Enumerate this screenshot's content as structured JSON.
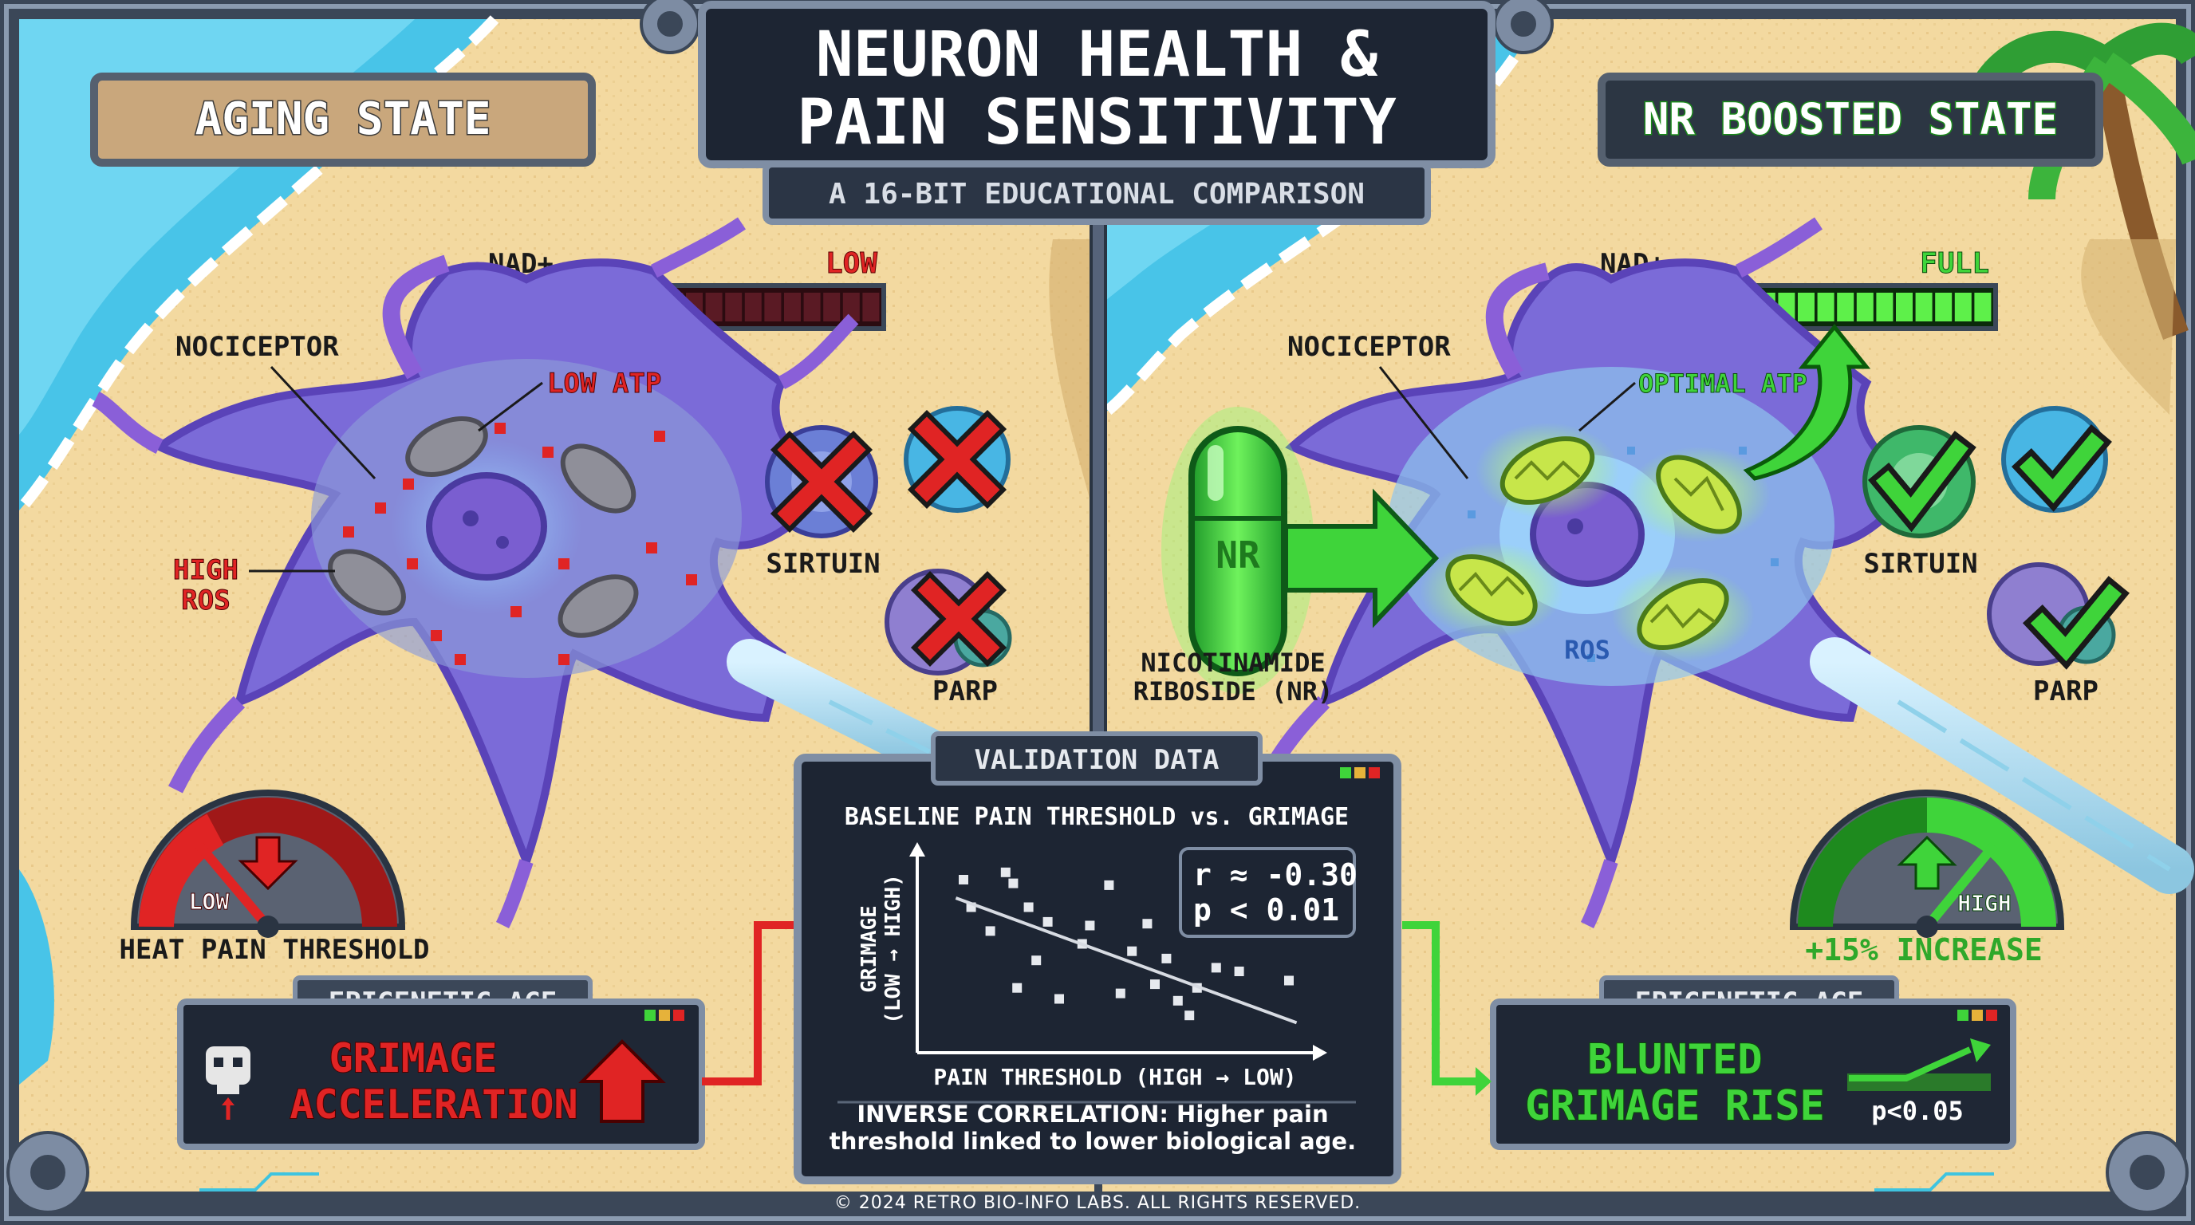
{
  "title": {
    "line1": "NEURON HEALTH &",
    "line2": "PAIN SENSITIVITY",
    "subtitle": "A 16-BIT EDUCATIONAL COMPARISON"
  },
  "left": {
    "header": "AGING STATE",
    "nad_label": "NAD+",
    "nad_status": "LOW",
    "nad_level": 0.07,
    "nociceptor": "NOCICEPTOR",
    "low_atp": "LOW ATP",
    "high_ros_1": "HIGH",
    "high_ros_2": "ROS",
    "sirtuin": "SIRTUIN",
    "parp": "PARP",
    "gauge_label": "LOW",
    "gauge_caption": "HEAT PAIN THRESHOLD",
    "epi_title": "EPIGENETIC AGE",
    "epi_line1": "GRIMAGE",
    "epi_line2": "ACCELERATION"
  },
  "right": {
    "header": "NR BOOSTED STATE",
    "nad_label": "NAD+",
    "nad_status": "FULL",
    "nad_level": 1.0,
    "nociceptor": "NOCICEPTOR",
    "optimal_atp": "OPTIMAL ATP",
    "ros": "ROS",
    "nr_pill": "NR",
    "nr_caption_1": "NICOTINAMIDE",
    "nr_caption_2": "RIBOSIDE (NR)",
    "sirtuin": "SIRTUIN",
    "parp": "PARP",
    "gauge_label": "HIGH",
    "gauge_caption": "+15% INCREASE",
    "epi_title": "EPIGENETIC AGE",
    "epi_line1": "BLUNTED",
    "epi_line2": "GRIMAGE RISE",
    "epi_p": "p<0.05"
  },
  "validation": {
    "panel_title": "VALIDATION DATA",
    "note_line1": "INVERSE CORRELATION: Higher pain",
    "note_line2": "threshold linked to lower biological age."
  },
  "chart_data": {
    "type": "scatter",
    "title": "BASELINE PAIN THRESHOLD vs. GRIMAGE",
    "xlabel": "PAIN THRESHOLD (HIGH → LOW)",
    "ylabel_1": "GRIMAGE",
    "ylabel_2": "(LOW → HIGH)",
    "xlim": [
      0,
      10
    ],
    "ylim": [
      0,
      10
    ],
    "points": [
      [
        1,
        9
      ],
      [
        2.1,
        9.4
      ],
      [
        2.3,
        8.8
      ],
      [
        4.8,
        8.7
      ],
      [
        1.2,
        7.5
      ],
      [
        2.7,
        7.5
      ],
      [
        3.2,
        6.7
      ],
      [
        4.3,
        6.5
      ],
      [
        5.8,
        6.6
      ],
      [
        1.7,
        6.2
      ],
      [
        4.1,
        5.5
      ],
      [
        5.4,
        5.1
      ],
      [
        6.3,
        4.7
      ],
      [
        2.9,
        4.6
      ],
      [
        7.6,
        4.2
      ],
      [
        9.5,
        3.5
      ],
      [
        2.4,
        3.1
      ],
      [
        5.1,
        2.8
      ],
      [
        7.1,
        3.1
      ],
      [
        8.2,
        4.0
      ],
      [
        6.0,
        3.3
      ],
      [
        6.6,
        2.4
      ],
      [
        3.5,
        2.5
      ],
      [
        6.9,
        1.6
      ]
    ],
    "trend": [
      [
        0.8,
        8.0
      ],
      [
        9.7,
        1.2
      ]
    ],
    "stat_r": "r ≈ -0.30",
    "stat_p": "p < 0.01"
  },
  "footer": "© 2024 RETRO BIO-INFO LABS. ALL RIGHTS RESERVED.",
  "colors": {
    "red": "#e02424",
    "green": "#3fd43a",
    "frame": "#6f7f95",
    "panel": "#1f2735",
    "sand": "#f4dca4"
  }
}
